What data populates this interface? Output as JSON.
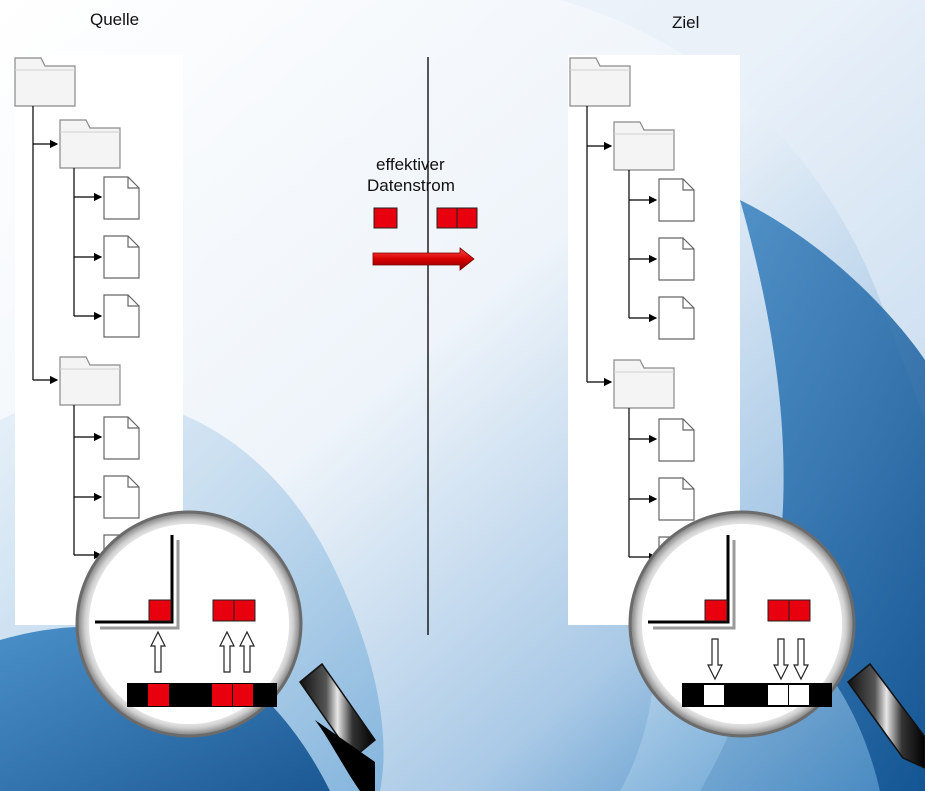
{
  "source": {
    "label": "Quelle"
  },
  "target": {
    "label": "Ziel"
  },
  "middle": {
    "line1": "effektiver",
    "line2": "Datenstrom"
  },
  "colors": {
    "block": "#e8000e",
    "tape": "#000000",
    "bg_blue_light": "#c9dff0",
    "bg_blue_dark": "#1f6fae",
    "bg_blue_deep": "#164f87",
    "folder": "#f2f2f2",
    "folder_stroke": "#8a8a8a"
  },
  "icons": [
    "folder-icon",
    "file-icon",
    "magnifier-icon",
    "arrow-up-icon",
    "arrow-down-icon",
    "arrow-right-icon"
  ]
}
